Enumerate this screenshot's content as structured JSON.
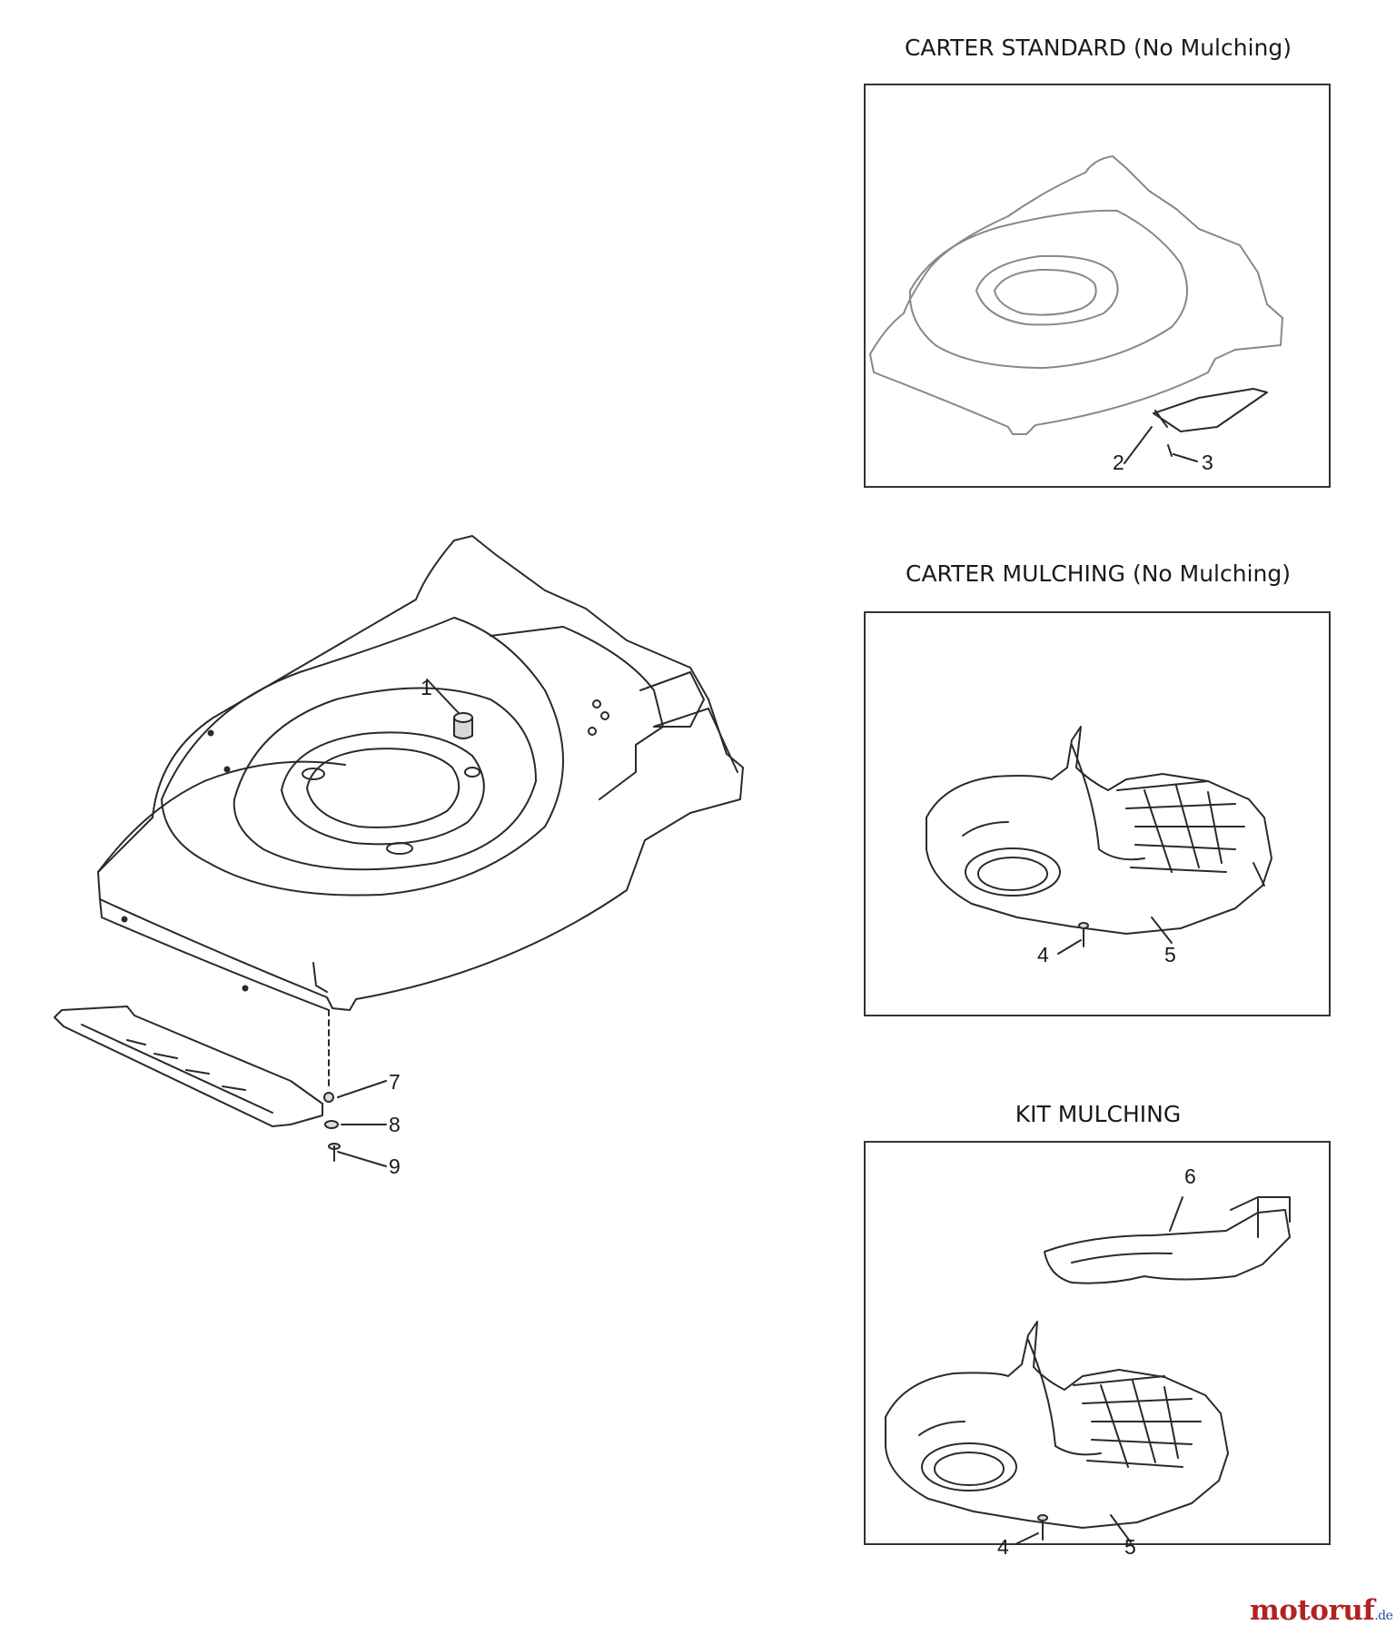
{
  "panels": {
    "standard": {
      "title": "CARTER STANDARD (No Mulching)"
    },
    "mulching": {
      "title": "CARTER MULCHING (No Mulching)"
    },
    "kit": {
      "title": "KIT MULCHING"
    }
  },
  "callouts": {
    "c1": "1",
    "c2": "2",
    "c3": "3",
    "c4a": "4",
    "c5a": "5",
    "c6": "6",
    "c4b": "4",
    "c5b": "5",
    "c7": "7",
    "c8": "8",
    "c9": "9"
  },
  "watermark": {
    "main": "motoruf",
    "suffix": ".de",
    "color": "#b22222"
  }
}
